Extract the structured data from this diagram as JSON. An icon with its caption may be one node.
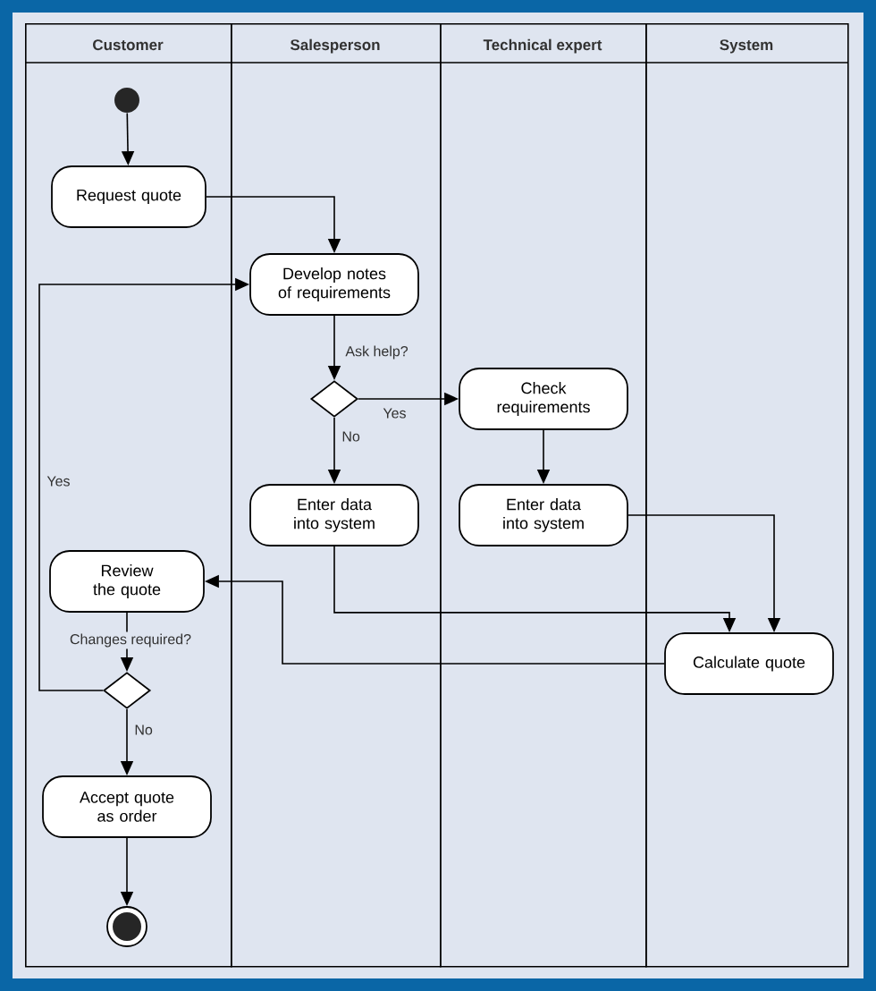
{
  "diagram": {
    "nodes": [
      {
        "text": [
          "Customer"
        ]
      },
      {
        "text": [
          "Salesperson"
        ]
      },
      {
        "text": [
          "Technical expert"
        ]
      },
      {
        "text": [
          "System"
        ]
      },
      {
        "text": [],
        "shape": "circle",
        "in": 0
      },
      {
        "text": [
          "Request quote"
        ],
        "in": 0
      },
      {
        "text": [
          "Develop notes of requirements"
        ],
        "in": 1
      },
      {
        "text": [],
        "shape": "diamond",
        "in": 1
      },
      {
        "text": [
          "Check requirements"
        ],
        "in": 2
      },
      {
        "text": [
          "Enter data into system"
        ],
        "in": 1
      },
      {
        "text": [
          "Enter data into system"
        ],
        "in": 2
      },
      {
        "text": [
          "Review the quote"
        ],
        "in": 0
      },
      {
        "text": [],
        "shape": "diamond",
        "in": 0
      },
      {
        "text": [
          "Calculate quote"
        ],
        "in": 3
      },
      {
        "text": [
          "Accept quote as order"
        ],
        "in": 0
      },
      {
        "text": [],
        "shape": "circle",
        "in": 0
      }
    ],
    "edges": [
      {
        "from": 4,
        "to": 5,
        "arrow": "to"
      },
      {
        "from": 5,
        "to": 6,
        "arrow": "to"
      },
      {
        "from": 6,
        "to": 7,
        "arrow": "to",
        "label": "Ask help?"
      },
      {
        "from": 7,
        "to": 8,
        "arrow": "to",
        "label": "Yes"
      },
      {
        "from": 7,
        "to": 9,
        "arrow": "to",
        "label": "No"
      },
      {
        "from": 8,
        "to": 10,
        "arrow": "to"
      },
      {
        "from": 9,
        "to": 13,
        "arrow": "to"
      },
      {
        "from": 10,
        "to": 13,
        "arrow": "to"
      },
      {
        "from": 13,
        "to": 11,
        "arrow": "to"
      },
      {
        "from": 11,
        "to": 12,
        "arrow": "to",
        "label": "Changes required?"
      },
      {
        "from": 12,
        "to": 6,
        "arrow": "to",
        "label": "Yes"
      },
      {
        "from": 12,
        "to": 14,
        "arrow": "to",
        "label": "No"
      },
      {
        "from": 14,
        "to": 15,
        "arrow": "to"
      }
    ]
  }
}
